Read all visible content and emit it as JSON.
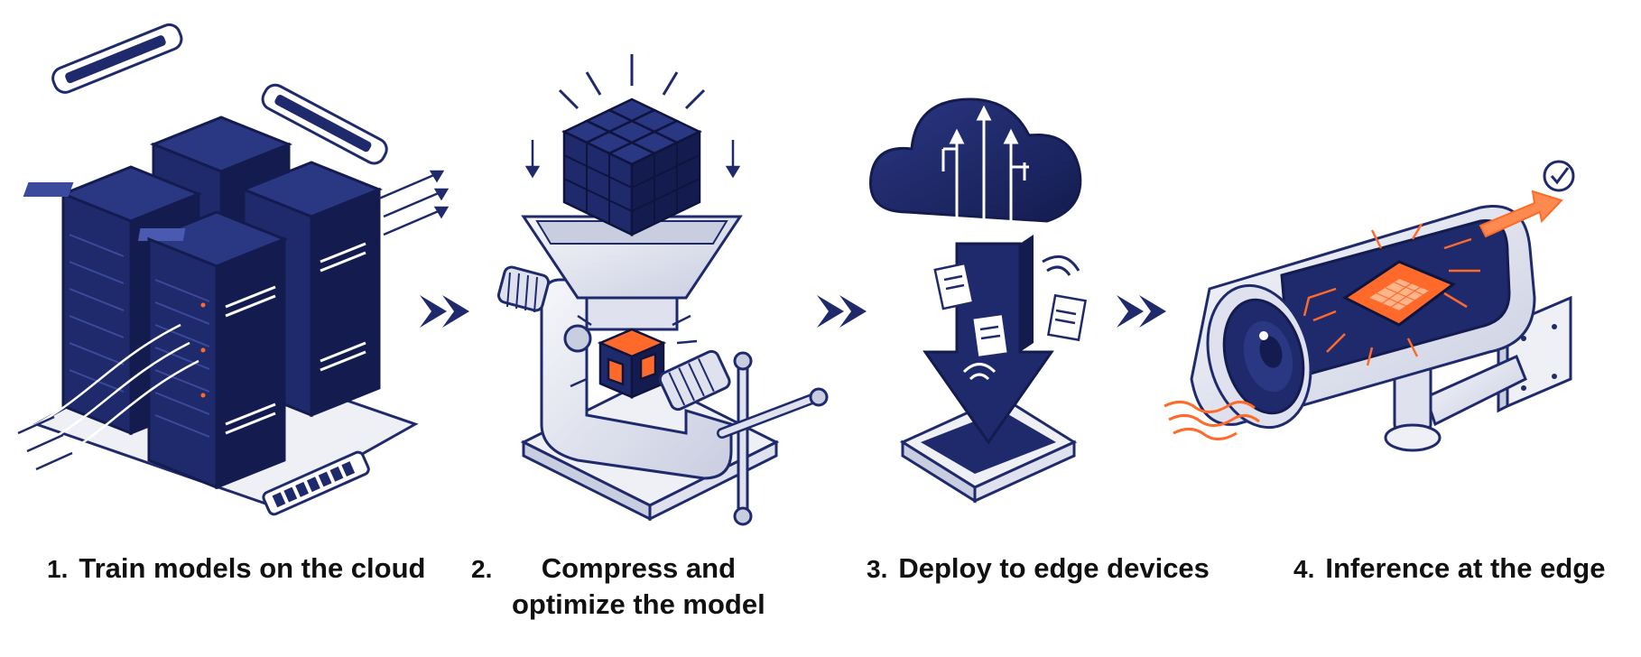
{
  "colors": {
    "navy": "#1e2a6b",
    "navy_dark": "#141c4f",
    "accent_orange": "#ff6a2b",
    "metal_light": "#eef0f6",
    "metal_shadow": "#c9cde0",
    "text": "#111111"
  },
  "steps": [
    {
      "number": "1.",
      "label": "Train models on the cloud",
      "icon": "server-rack-icon"
    },
    {
      "number": "2.",
      "label": "Compress and optimize the model",
      "icon": "vise-compressor-icon"
    },
    {
      "number": "3.",
      "label": "Deploy to edge devices",
      "icon": "cloud-download-icon"
    },
    {
      "number": "4.",
      "label": "Inference at the edge",
      "icon": "security-camera-chip-icon"
    }
  ],
  "connectors": [
    "double-chevron-arrow-icon",
    "double-chevron-arrow-icon",
    "double-chevron-arrow-icon"
  ]
}
